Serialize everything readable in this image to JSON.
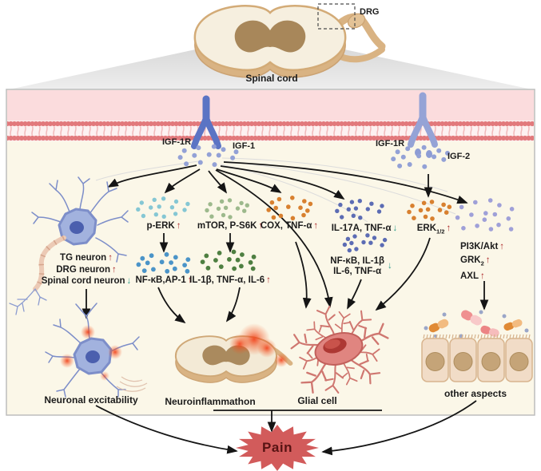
{
  "colors": {
    "membrane_band": "#fbdcdd",
    "bilayer_red": "#e2797c",
    "panel_cream": "#fbf7e8",
    "receptor_blue": "#5b74c4",
    "receptor_blue_light": "#95a3d6",
    "ligand_dot": "#93a1d6",
    "up_arrow_red": "#ae2b2b",
    "down_arrow_teal": "#2d9c8b",
    "pain_star": "#d25b5b",
    "dots": {
      "perk": "#85c7d4",
      "nfkb_ap1": "#4b94c8",
      "mtor": "#9db98c",
      "il1b": "#4e7f41",
      "cox": "#d8802f",
      "il17a": "#5c6cb4",
      "erk12": "#d8802f",
      "pi3k": "#9fa0d8"
    }
  },
  "top": {
    "drg": "DRG",
    "spinal_cord": "Spinal cord"
  },
  "receptors": {
    "left_receptor": "IGF-1R",
    "left_ligand": "IGF-1",
    "right_receptor": "IGF-1R",
    "right_ligand": "IGF-2"
  },
  "neuron_effects": [
    {
      "label": "TG neuron",
      "glyph": "↑"
    },
    {
      "label": "DRG neuron",
      "glyph": "↑"
    },
    {
      "label": "Spinal cord neuron",
      "glyph": "↓"
    }
  ],
  "nodes": {
    "perk": {
      "label": "p-ERK",
      "glyph": "↑"
    },
    "nfkb_ap1": {
      "label": "NF-κB,AP-1",
      "glyph": "↑"
    },
    "mtor": {
      "label": "mTOR, P-S6K",
      "glyph": "↑"
    },
    "il1b": {
      "label": "IL-1β, TNF-α, IL-6",
      "glyph": "↑"
    },
    "cox": {
      "label": "COX, TNF-α",
      "glyph": "↑"
    },
    "il17a": {
      "label": "IL-17A, TNF-α",
      "glyph": "↓"
    },
    "il17a_down_line1": "NF-κB, IL-1β",
    "il17a_down_line2": "IL-6, TNF-α",
    "il17a_down_glyph": "↓",
    "erk12": {
      "label": "ERK",
      "sub": "1/2",
      "glyph": "↑"
    },
    "pi3k": {
      "label": "PI3K/Akt",
      "glyph": "↑"
    },
    "grk2": {
      "label": "GRK",
      "sub": "2",
      "glyph": "↑"
    },
    "axl": {
      "label": "AXL",
      "glyph": "↑"
    }
  },
  "outcomes": {
    "neuronal_excitability": "Neuronal excitability",
    "neuroinflammation": "Neuroinflammathon",
    "glial_cell": "Glial cell",
    "other_aspects": "other aspects",
    "pain": "Pain"
  }
}
